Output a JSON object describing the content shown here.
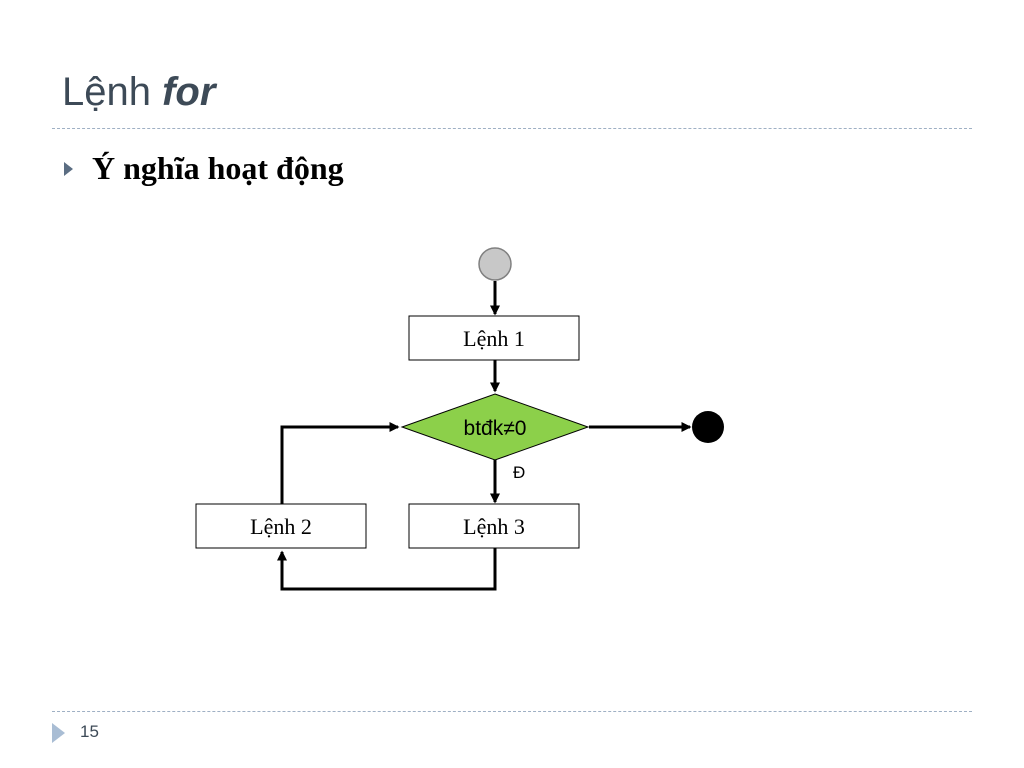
{
  "slide": {
    "title_plain": "Lệnh ",
    "title_keyword": "for",
    "bullet": "Ý nghĩa hoạt động",
    "page_number": "15"
  },
  "diagram": {
    "nodes": {
      "start": {
        "shape": "circle",
        "fill": "#c8c8c8"
      },
      "stmt1": {
        "label": "Lệnh 1"
      },
      "condition": {
        "label": "btđk≠0",
        "fill": "#8cd04a"
      },
      "stmt2": {
        "label": "Lệnh 2"
      },
      "stmt3": {
        "label": "Lệnh 3"
      },
      "end": {
        "shape": "circle",
        "fill": "#000000"
      }
    },
    "edges": [
      {
        "from": "start",
        "to": "stmt1"
      },
      {
        "from": "stmt1",
        "to": "condition"
      },
      {
        "from": "condition",
        "to": "stmt3",
        "label": "Đ"
      },
      {
        "from": "condition",
        "to": "end"
      },
      {
        "from": "stmt3",
        "to": "stmt2"
      },
      {
        "from": "stmt2",
        "to": "condition"
      }
    ]
  },
  "colors": {
    "title": "#3d4a57",
    "rule": "#9fb0c4",
    "bullet_arrow": "#5b6d82",
    "footer_marker": "#a9bdd4",
    "condition_fill": "#8cd04a",
    "start_fill": "#c8c8c8",
    "end_fill": "#000000"
  }
}
